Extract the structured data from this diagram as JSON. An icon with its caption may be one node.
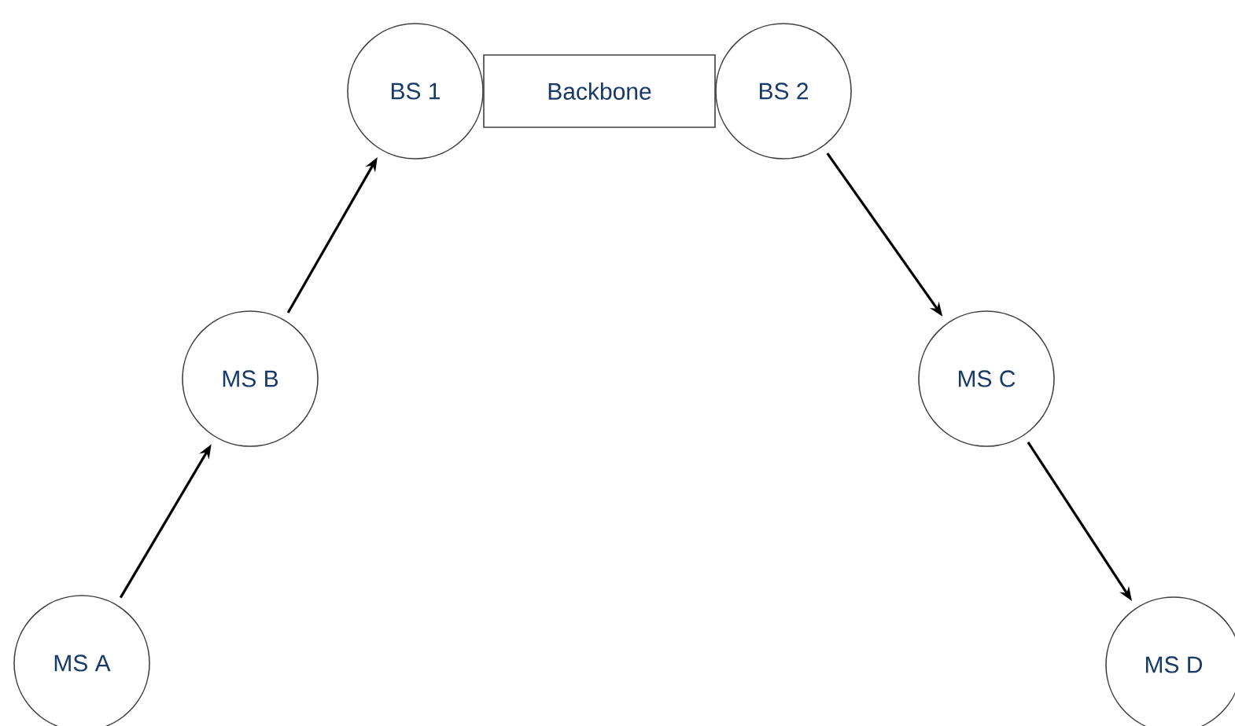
{
  "diagram": {
    "nodes": [
      {
        "text": [
          "BS 1"
        ]
      },
      {
        "text": [
          "Backbone"
        ]
      },
      {
        "text": [
          "BS 2"
        ]
      },
      {
        "text": [
          "MS B"
        ]
      },
      {
        "text": [
          "MS C"
        ]
      },
      {
        "text": [
          "MS A"
        ]
      },
      {
        "text": [
          "MS D"
        ]
      }
    ],
    "edges": [
      {
        "from": 5,
        "to": 3,
        "arrow": "to"
      },
      {
        "from": 3,
        "to": 0,
        "arrow": "to"
      },
      {
        "from": 2,
        "to": 4,
        "arrow": "to"
      },
      {
        "from": 4,
        "to": 6,
        "arrow": "to"
      }
    ]
  }
}
